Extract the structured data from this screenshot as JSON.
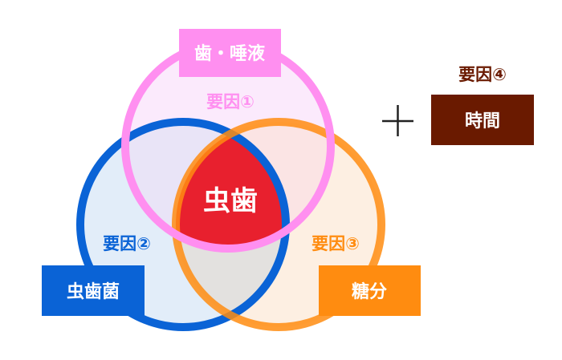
{
  "diagram": {
    "center_label": "虫歯",
    "factor1": {
      "label": "要因①",
      "box": "歯・唾液",
      "color": "#ff8ff0"
    },
    "factor2": {
      "label": "要因②",
      "box": "虫歯菌",
      "color": "#0a63d6"
    },
    "factor3": {
      "label": "要因③",
      "box": "糖分",
      "color": "#ff8c10"
    },
    "factor4": {
      "label": "要因④",
      "box": "時間",
      "color": "#6a1a00"
    },
    "plus_sign": "＋",
    "center_color": "#e8202e"
  }
}
